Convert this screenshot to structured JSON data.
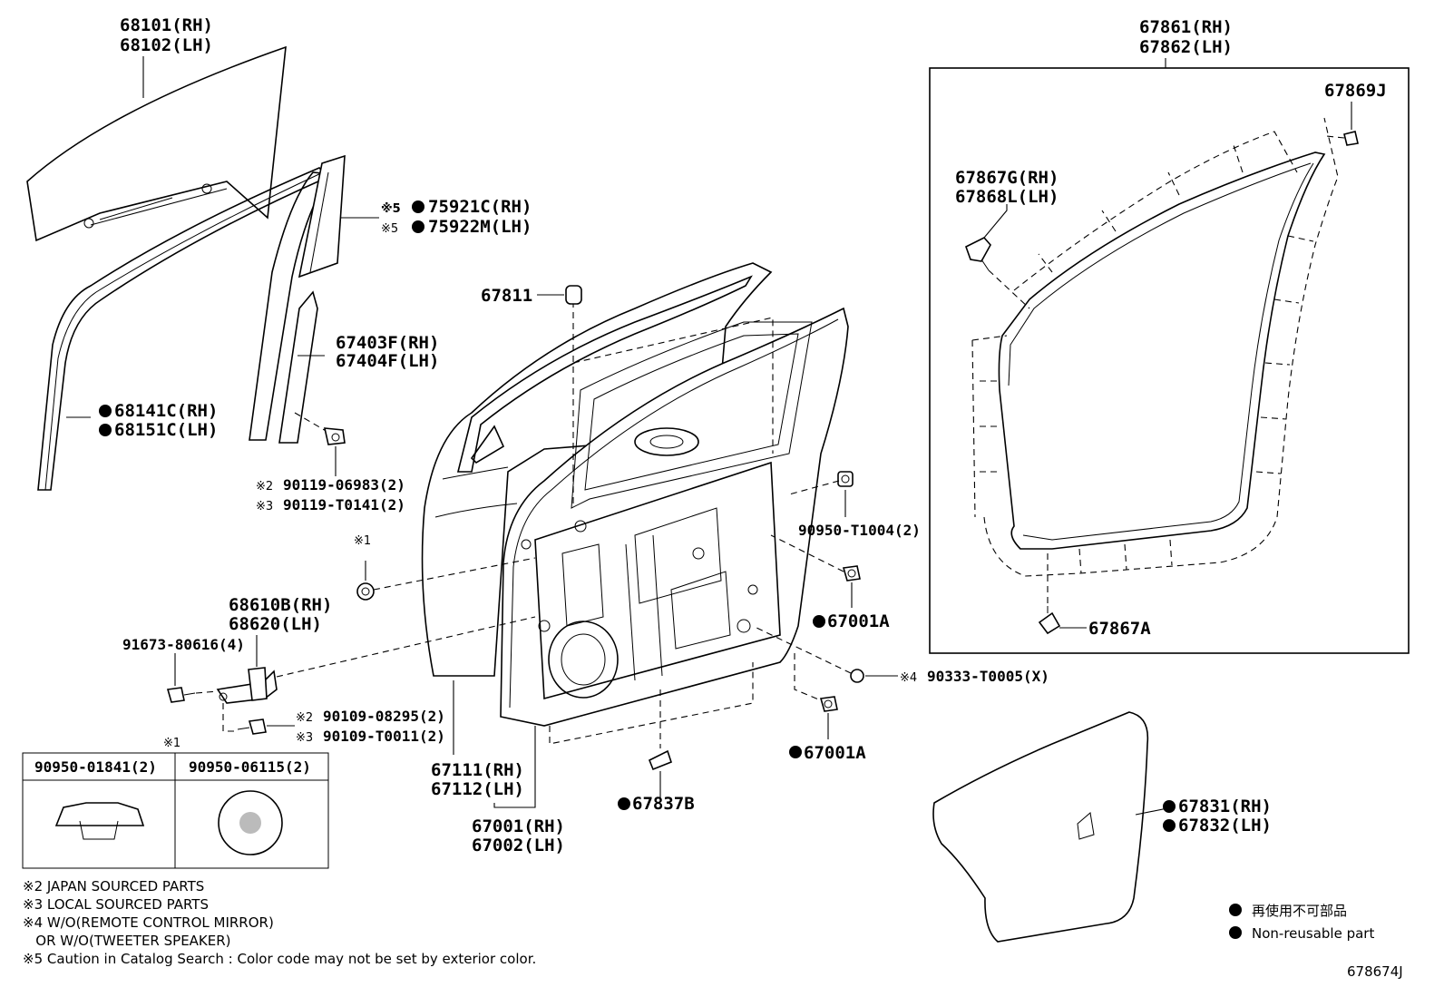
{
  "parts": {
    "p68101": "68101(RH)",
    "p68102": "68102(LH)",
    "p75921c": "75921C(RH)",
    "p75922m": "75922M(LH)",
    "p67811": "67811",
    "p67403f": "67403F(RH)",
    "p67404f": "67404F(LH)",
    "p68141c": "68141C(RH)",
    "p68151c": "68151C(LH)",
    "p90119_06983": "90119-06983(2)",
    "p90119_t0141": "90119-T0141(2)",
    "p90950_t1004": "90950-T1004(2)",
    "p68610b": "68610B(RH)",
    "p68620": "68620(LH)",
    "p91673": "91673-80616(4)",
    "p67001a_1": "67001A",
    "p90333": "90333-T0005(X)",
    "p90109_08295": "90109-08295(2)",
    "p90109_t0011": "90109-T0011(2)",
    "p67001a_2": "67001A",
    "p67111": "67111(RH)",
    "p67112": "67112(LH)",
    "p67837b": "67837B",
    "p67001": "67001(RH)",
    "p67002": "67002(LH)",
    "p67861": "67861(RH)",
    "p67862": "67862(LH)",
    "p67869j": "67869J",
    "p67867g": "67867G(RH)",
    "p67868l": "67868L(LH)",
    "p67867a": "67867A",
    "p67831": "67831(RH)",
    "p67832": "67832(LH)"
  },
  "marks": {
    "m1": "※1",
    "m2": "※2",
    "m3": "※3",
    "m4": "※4",
    "m5": "※5",
    "dot": "●"
  },
  "table": {
    "title": "※1",
    "col1": "90950-01841(2)",
    "col2": "90950-06115(2)"
  },
  "notes": [
    "※2 JAPAN SOURCED PARTS",
    "※3 LOCAL SOURCED PARTS",
    "※4 W/O(REMOTE CONTROL MIRROR)",
    "   OR W/O(TWEETER SPEAKER)",
    "※5 Caution in Catalog Search : Color code may not be set by exterior color."
  ],
  "legend": {
    "jp": "再使用不可部品",
    "en": "Non-reusable part"
  },
  "diagram_id": "678674J"
}
